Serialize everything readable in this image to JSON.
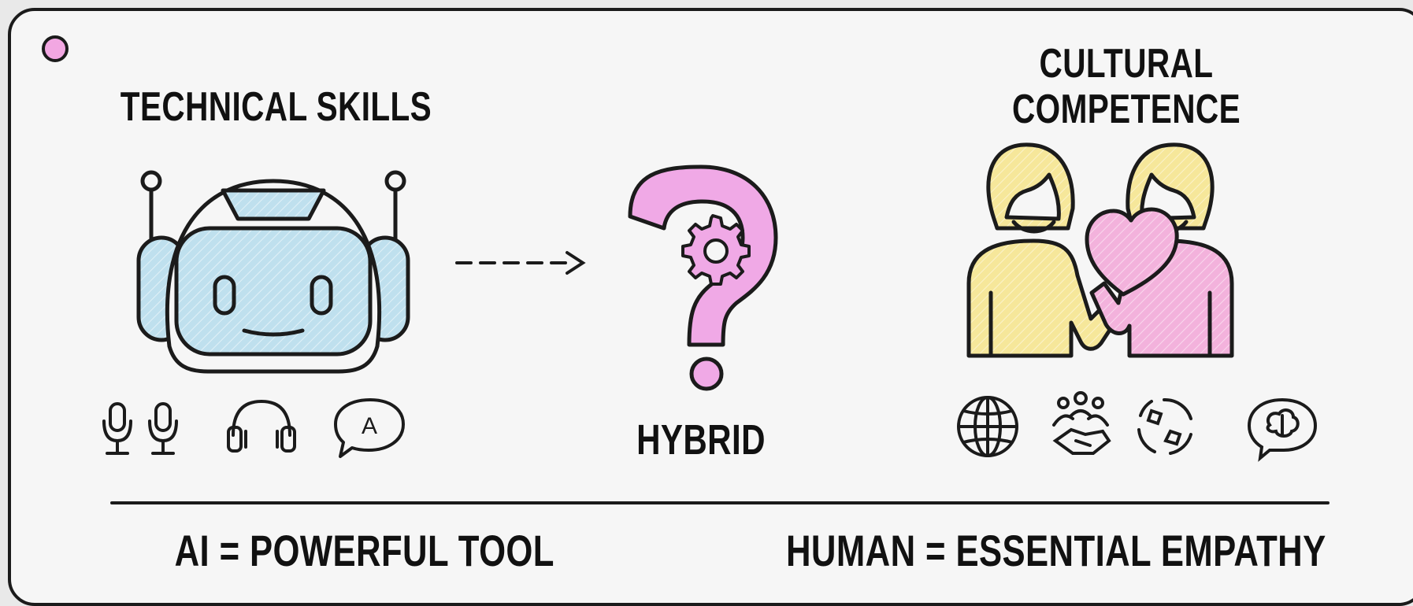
{
  "left": {
    "title": "TECHNICAL SKILLS"
  },
  "center": {
    "title": "HYBRID"
  },
  "right": {
    "title_line1": "CULTURAL",
    "title_line2": "COMPETENCE"
  },
  "bottom": {
    "left_text": "AI = POWERFUL TOOL",
    "right_text": "HUMAN = ESSENTIAL EMPATHY"
  },
  "icons": {
    "chat_letter": "A",
    "left": [
      "microphone-icon",
      "microphone-icon",
      "headphones-icon",
      "speech-bubble-icon"
    ],
    "right": [
      "globe-icon",
      "community-handshake-icon",
      "recycle-earth-icon",
      "thought-brain-icon"
    ]
  },
  "colors": {
    "robot_blue": "#bfe0ee",
    "pink": "#f3b2dc",
    "question_pink": "#f0a9e6",
    "yellow": "#f6e79a",
    "status_dot": "#f2a7e2",
    "ink": "#1b1b1b"
  }
}
